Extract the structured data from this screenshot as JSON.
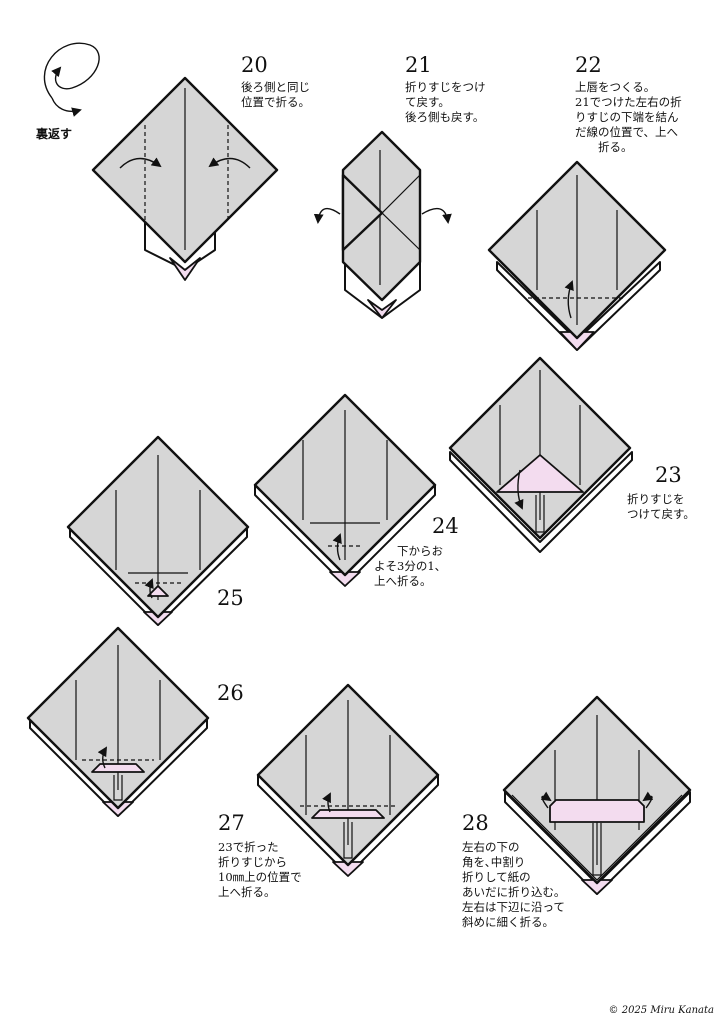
{
  "flip": {
    "label": "裏返す",
    "icon": "flip-over-icon"
  },
  "steps": [
    {
      "number": "20",
      "lines": [
        "後ろ側と同じ",
        "位置で折る。"
      ]
    },
    {
      "number": "21",
      "lines": [
        "折りすじをつけ",
        "て戻す。",
        "後ろ側も戻す。"
      ]
    },
    {
      "number": "22",
      "lines": [
        "上唇をつくる。",
        "21でつけた左右の折",
        "りすじの下端を結ん",
        "だ線の位置で、上へ",
        "　　折る。"
      ]
    },
    {
      "number": "23",
      "lines": [
        "折りすじを",
        "つけて戻す。"
      ]
    },
    {
      "number": "24",
      "lines": [
        "　　下からお",
        "よそ3分の1、",
        "上へ折る。"
      ]
    },
    {
      "number": "25",
      "lines": []
    },
    {
      "number": "26",
      "lines": []
    },
    {
      "number": "27",
      "lines": [
        "23で折った",
        "折りすじから",
        "10㎜上の位置で",
        "上へ折る。"
      ]
    },
    {
      "number": "28",
      "lines": [
        "左右の下の",
        "角を､中割り",
        "折りして紙の",
        "あいだに折り込む｡",
        "左右は下辺に沿って",
        "斜めに細く折る。"
      ]
    }
  ],
  "copyright": "© 2025 Miru Kanata",
  "colors": {
    "paper": "#d6d6d6",
    "pink": "#f3dcef",
    "line": "#111111"
  }
}
